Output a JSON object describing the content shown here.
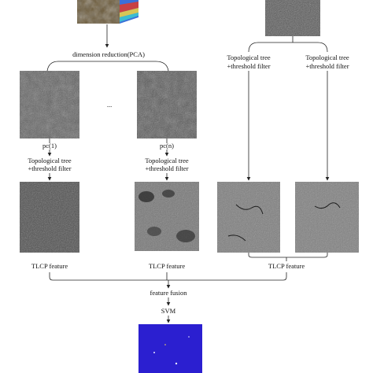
{
  "labels": {
    "pca": "dimension reduction(PCA)",
    "ellipsis": "...",
    "pc1": "pc(1)",
    "pcn": "pc(n)",
    "topo_line1": "Topological tree",
    "topo_line2": "+threshold filter",
    "tlcp": "TLCP feature",
    "fusion": "feature fusion",
    "svm": "SVM"
  },
  "colors": {
    "result_blue": "#2b1fd0",
    "line": "#222222"
  }
}
